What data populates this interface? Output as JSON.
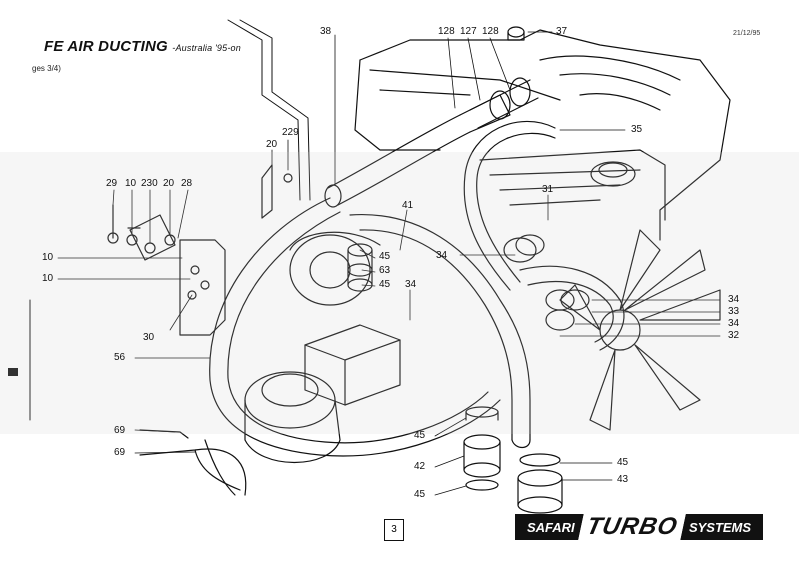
{
  "header": {
    "title": "FE AIR DUCTING",
    "subtitle": "-Australia '95-on",
    "pages_note": "ges 3/4)",
    "date": "21/12/95"
  },
  "footer": {
    "page_number": "3",
    "brand_part1": "SAFARI",
    "brand_part2": "TURBO",
    "brand_part3": "SYSTEMS"
  },
  "callouts": {
    "c38": "38",
    "c128a": "128",
    "c127": "127",
    "c128b": "128",
    "c37": "37",
    "c35": "35",
    "c229": "229",
    "c20a": "20",
    "c29": "29",
    "c10a": "10",
    "c230": "230",
    "c20b": "20",
    "c28": "28",
    "c41": "41",
    "c31": "31",
    "c10b": "10",
    "c10c": "10",
    "c45a": "45",
    "c63": "63",
    "c45b": "45",
    "c34a": "34",
    "c34b": "34",
    "c34c": "34",
    "c33": "33",
    "c34d": "34",
    "c32": "32",
    "c30": "30",
    "c56": "56",
    "c69a": "69",
    "c69b": "69",
    "c45c": "45",
    "c42": "42",
    "c45d": "45",
    "c45e": "45",
    "c43": "43"
  }
}
